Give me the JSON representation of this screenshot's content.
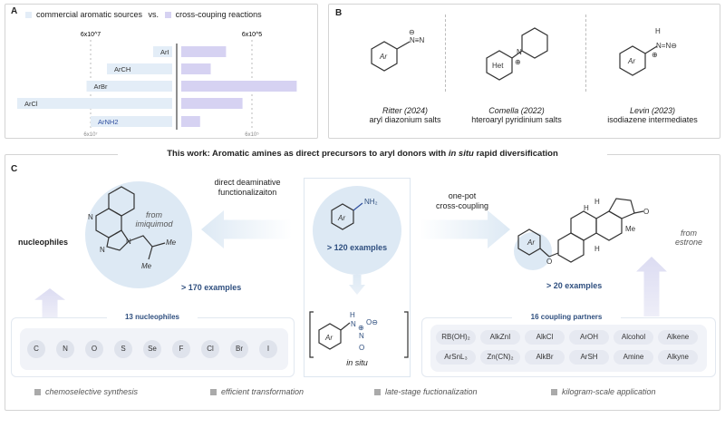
{
  "panelA": {
    "label": "A",
    "legend_left": "commercial aromatic sources",
    "vs": "vs.",
    "legend_right": "cross-couping reactions"
  },
  "chart_data": {
    "type": "bar",
    "title": "commercial aromatic sources vs. cross-couping reactions",
    "categories": [
      "ArI",
      "ArCH",
      "ArBr",
      "ArCl",
      "ArNH2"
    ],
    "series": [
      {
        "name": "commercial aromatic sources",
        "values": [
          14000000,
          48000000,
          63000000,
          114000000,
          60000000
        ],
        "reference_tick": "6x10^7",
        "color": "#e3edf7"
      },
      {
        "name": "cross-couping reactions",
        "values": [
          380000,
          250000,
          980000,
          520000,
          160000
        ],
        "reference_tick": "6x10^5",
        "color": "#d6d2f2"
      }
    ],
    "ref_left": 60000000,
    "ref_right": 600000
  },
  "panelA_ticks": {
    "left": "6x10⁷",
    "right": "6x10⁵"
  },
  "panelB": {
    "label": "B",
    "items": [
      {
        "author": "Ritter (2024)",
        "desc": "aryl diazonium salts",
        "ring": "Ar"
      },
      {
        "author": "Comella (2022)",
        "desc": "hteroaryl pyridinium salts",
        "ring": "Het"
      },
      {
        "author": "Levin (2023)",
        "desc": "isodiazene intermediates",
        "ring": "Ar"
      }
    ]
  },
  "headline": {
    "pre": "This work: Aromatic amines as direct precursors to aryl donors with ",
    "italic": "in situ",
    "post": " rapid diversification"
  },
  "panelC": {
    "label": "C",
    "left_arrow": "direct deaminative\nfunctionalizaiton",
    "right_arrow": "one-pot\ncross-coupling",
    "center_count": "> 120 examples",
    "center_nh2": "NH₂",
    "ar": "Ar",
    "insitu": "in situ",
    "nuc_label": "nucleophiles",
    "from_left": "from\nimiquimod",
    "left_count": "> 170 examples",
    "me": "Me",
    "from_right": "from\nestrone",
    "right_count": "> 20 examples",
    "nuc_title": "13 nucleophiles",
    "nucleophiles": [
      "C",
      "N",
      "O",
      "S",
      "Se",
      "F",
      "Cl",
      "Br",
      "I"
    ],
    "cp_title": "16 coupling partners",
    "partners": [
      "RB(OH)₂",
      "AlkZnI",
      "AlkCl",
      "ArOH",
      "Alcohol",
      "Alkene",
      "ArSnL₃",
      "Zn(CN)₂",
      "AlkBr",
      "ArSH",
      "Amine",
      "Alkyne"
    ],
    "features": [
      "chemoselective synthesis",
      "efficient transformation",
      "late-stage fuctionalization",
      "kilogram-scale application"
    ]
  }
}
